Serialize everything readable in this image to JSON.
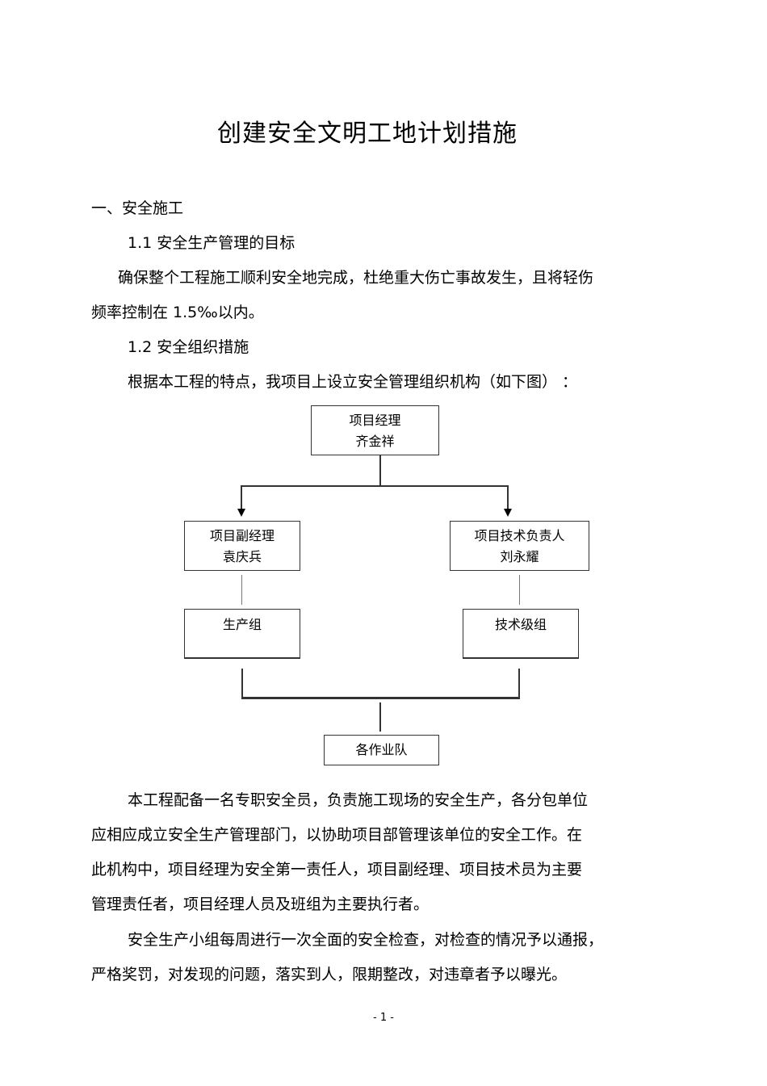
{
  "title": "创建安全文明工地计划措施",
  "section1": "一、安全施工",
  "sub11": "1.1 安全生产管理的目标",
  "goal_lines": [
    "确保整个工程施工顺利安全地完成，杜绝重大伤亡事故发生，且将轻伤",
    "频率控制在  1.5‰以内。"
  ],
  "sub12": "1.2 安全组织措施",
  "intro": "根据本工程的特点，我项目上设立安全管理组织机构（如下图）    ：",
  "org": {
    "top": {
      "role": "项目经理",
      "name": "齐金祥"
    },
    "left": {
      "role": "项目副经理",
      "name": "袁庆兵"
    },
    "right": {
      "role": "项目技术负责人",
      "name": "刘永耀"
    },
    "left_group": "生产组",
    "right_group": "技术级组",
    "bottom": "各作业队"
  },
  "para1_lines": [
    "本工程配备一名专职安全员，负责施工现场的安全生产，各分包单位",
    "应相应成立安全生产管理部门，以协助项目部管理该单位的安全工作。在",
    "此机构中，项目经理为安全第一责任人，项目副经理、项目技术员为主要",
    "管理责任者，项目经理人员及班组为主要执行者。"
  ],
  "para2_lines": [
    "安全生产小组每周进行一次全面的安全检查，对检查的情况予以通报，",
    "严格奖罚，对发现的问题，落实到人，限期整改，对违章者予以曝光。"
  ],
  "page_number": "- 1 -"
}
